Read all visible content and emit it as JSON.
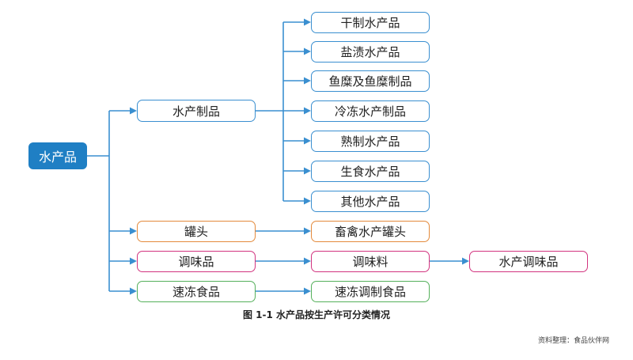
{
  "diagram": {
    "root": "水产品",
    "categories": [
      {
        "label": "水产制品",
        "color": "#3a8fd0",
        "children": [
          "干制水产品",
          "盐渍水产品",
          "鱼糜及鱼糜制品",
          "冷冻水产制品",
          "熟制水产品",
          "生食水产品",
          "其他水产品"
        ]
      },
      {
        "label": "罐头",
        "color": "#e48a3c",
        "children": [
          "畜禽水产罐头"
        ]
      },
      {
        "label": "调味品",
        "color": "#d2347f",
        "children": [
          "调味料"
        ],
        "grandchild": "水产调味品"
      },
      {
        "label": "速冻食品",
        "color": "#55b05b",
        "children": [
          "速冻调制食品"
        ]
      }
    ],
    "connector_color": "#3a8fd0"
  },
  "caption": "图 1-1 水产品按生产许可分类情况",
  "source": "资料整理：食品伙伴网"
}
